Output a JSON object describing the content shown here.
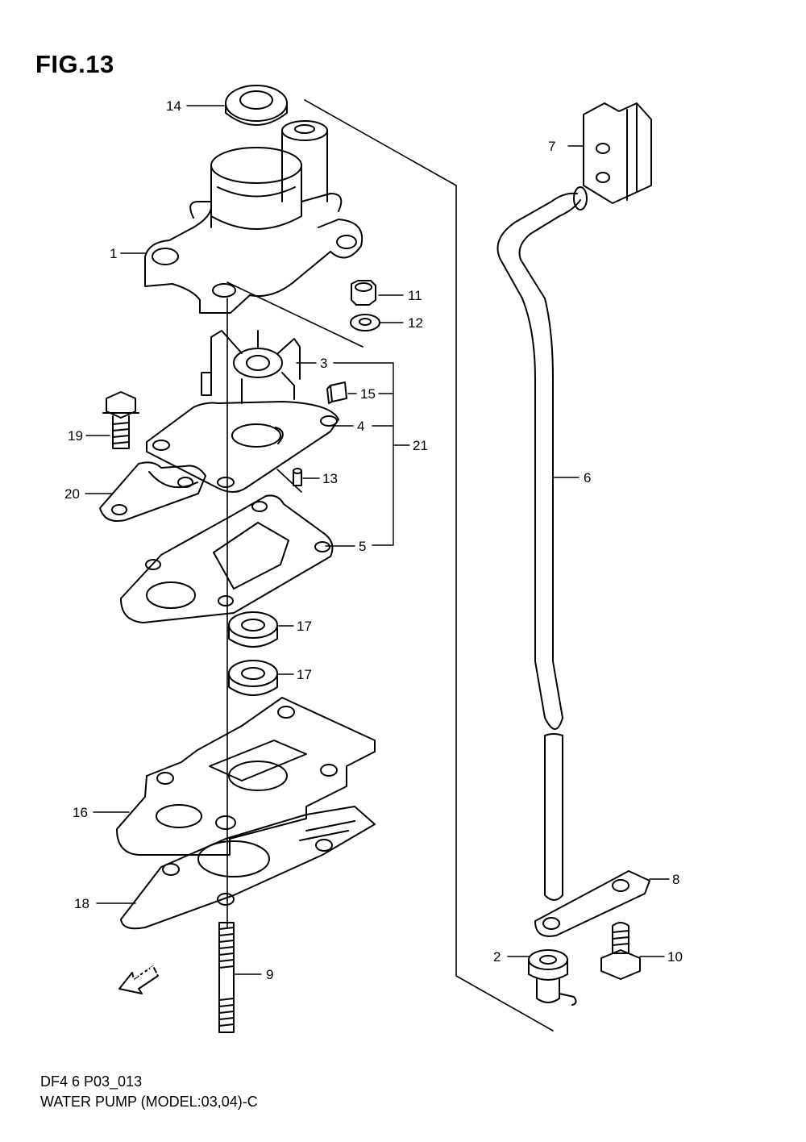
{
  "header": {
    "figure_title": "FIG.13"
  },
  "footer": {
    "code": "DF4 6 P03_013",
    "caption": "WATER PUMP (MODEL:03,04)-C"
  },
  "fwd_label": "FWD",
  "callouts": {
    "c1": "1",
    "c2": "2",
    "c3": "3",
    "c4": "4",
    "c5": "5",
    "c6": "6",
    "c7": "7",
    "c8": "8",
    "c9": "9",
    "c10": "10",
    "c11": "11",
    "c12": "12",
    "c13": "13",
    "c14": "14",
    "c15": "15",
    "c16": "16",
    "c17a": "17",
    "c17b": "17",
    "c18": "18",
    "c19": "19",
    "c20": "20",
    "c21": "21"
  }
}
